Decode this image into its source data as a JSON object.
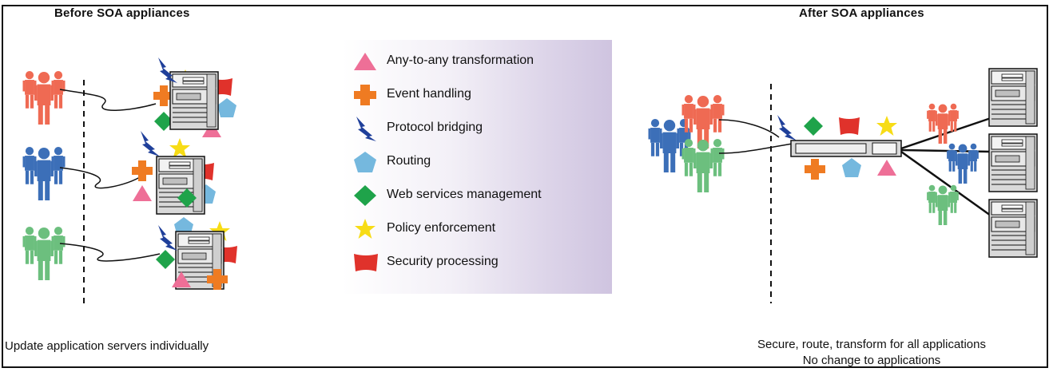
{
  "panels": {
    "before": {
      "title": "Before SOA appliances",
      "caption": "Update application servers individually"
    },
    "after": {
      "title": "After SOA appliances",
      "caption_line1": "Secure, route, transform for all applications",
      "caption_line2": "No change to applications"
    }
  },
  "legend": {
    "items": [
      {
        "label": "Any-to-any transformation",
        "icon": "triangle-icon",
        "color": "#ee6f97"
      },
      {
        "label": "Event handling",
        "icon": "cross-icon",
        "color": "#ef7b22"
      },
      {
        "label": "Protocol bridging",
        "icon": "lightning-bolt-icon",
        "color": "#1f3f9a"
      },
      {
        "label": "Routing",
        "icon": "pentagon-icon",
        "color": "#75b8de"
      },
      {
        "label": "Web services management",
        "icon": "diamond-icon",
        "color": "#1fa34a"
      },
      {
        "label": "Policy enforcement",
        "icon": "star-icon",
        "color": "#f7dc16"
      },
      {
        "label": "Security processing",
        "icon": "shield-shape-icon",
        "color": "#e0322b"
      }
    ]
  },
  "colors": {
    "person_red": "#ef6a53",
    "person_blue": "#3c6fb8",
    "person_green": "#6cbf7e",
    "server_gray": "#d4d4d4"
  }
}
